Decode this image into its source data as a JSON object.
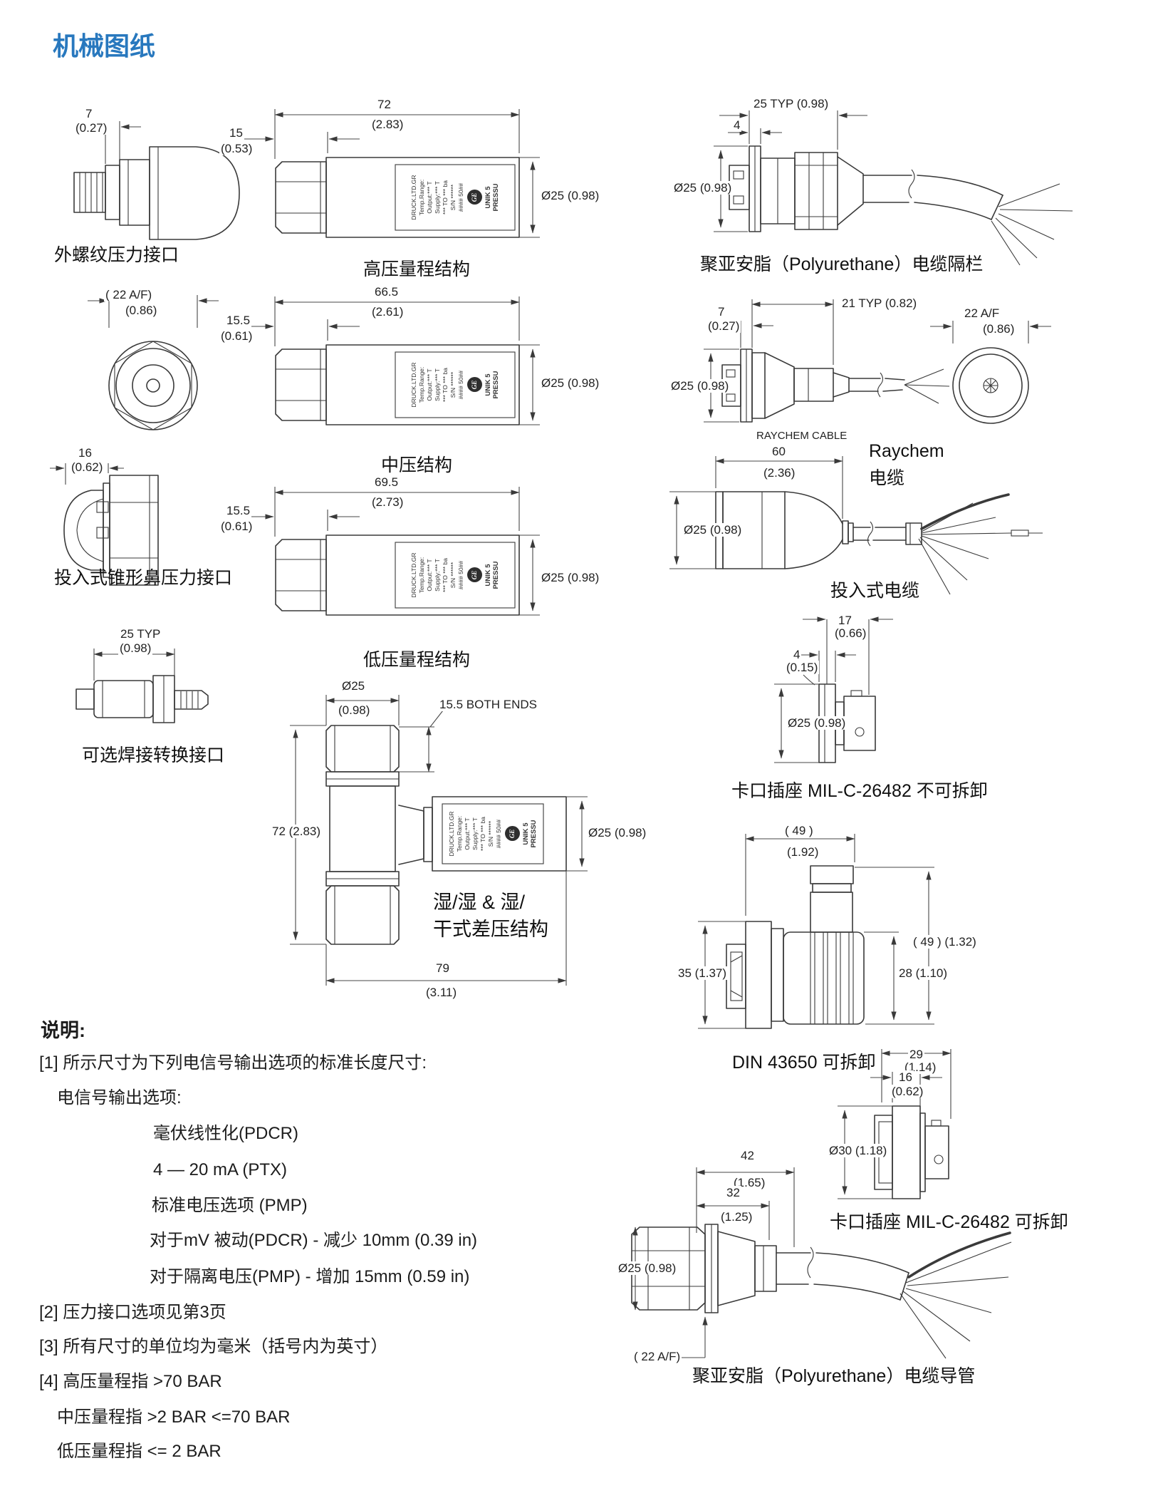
{
  "page": {
    "title": "机械图纸"
  },
  "colors": {
    "title_blue": "#2878be",
    "line_gray": "#3a3a3a"
  },
  "device_label": {
    "lines": [
      "DRUCK.LTD.GR",
      "Temp.Range:",
      "Output:*** T",
      "Supply:*** T",
      "*** TO *** ba",
      "S/N ******",
      "#### 50##"
    ],
    "logo": "GE",
    "product_lines": [
      "UNIK 5",
      "PRESSU"
    ]
  },
  "drawings": {
    "male_thread": {
      "caption": "外螺纹压力接口",
      "d1": "7",
      "d1_in": "(0.27)"
    },
    "face_view": {
      "af": "( 22  A/F)",
      "af_in": "(0.86)"
    },
    "cone_nose": {
      "caption": "投入式锥形鼻压力接口",
      "d1": "16",
      "d1_in": "(0.62)"
    },
    "weld_adapter": {
      "caption": "可选焊接转换接口",
      "d1": "25  TYP",
      "d1_in": "(0.98)"
    },
    "high_pressure": {
      "caption": "高压量程结构",
      "len": "72",
      "len_in": "(2.83)",
      "port": "15",
      "port_in": "(0.53)",
      "dia": "Ø25 (0.98)"
    },
    "medium_pressure": {
      "caption": "中压结构",
      "len": "66.5",
      "len_in": "(2.61)",
      "port": "15.5",
      "port_in": "(0.61)",
      "dia": "Ø25 (0.98)"
    },
    "low_pressure": {
      "caption": "低压量程结构",
      "len": "69.5",
      "len_in": "(2.73)",
      "port": "15.5",
      "port_in": "(0.61)",
      "dia": "Ø25 (0.98)"
    },
    "differential": {
      "caption_1": "湿/湿 & 湿/",
      "caption_2": "干式差压结构",
      "dia_top": "Ø25",
      "dia_top_in": "(0.98)",
      "both_ends": "15.5    BOTH ENDS",
      "height": "72  (2.83)",
      "dia_right": "Ø25 (0.98)",
      "width": "79",
      "width_in": "(3.11)"
    },
    "poly_barrier": {
      "caption": "聚亚安脂（Polyurethane）电缆隔栏",
      "d1": "25 TYP (0.98)",
      "d2": "4",
      "dia": "Ø25 (0.98)"
    },
    "raychem_gland": {
      "caption_1": "Raychem",
      "caption_2": "电缆",
      "d1": "21  TYP (0.82)",
      "d2": "7",
      "d2_in": "(0.27)",
      "dia": "Ø25 (0.98)",
      "af": "22  A/F",
      "af_in": "(0.86)"
    },
    "submersible": {
      "caption": "投入式电缆",
      "cable_note": "RAYCHEM CABLE",
      "len": "60",
      "len_in": "(2.36)",
      "dia": "Ø25 (0.98)"
    },
    "mil_fixed": {
      "caption": "卡口插座 MIL-C-26482 不可拆卸",
      "d1": "17",
      "d1_in": "(0.66)",
      "d2": "4",
      "d2_in": "(0.15)",
      "dia": "Ø25 (0.98)"
    },
    "din": {
      "caption": "DIN 43650 可拆卸",
      "top": "( 49 )",
      "top_in": "(1.92)",
      "right": "( 49 ) (1.32)",
      "mid": "28 (1.10)",
      "left": "35 (1.37)"
    },
    "mil_detachable": {
      "caption": "卡口插座 MIL-C-26482 可拆卸",
      "d1": "29",
      "d1_in": "(1.14)",
      "d2": "16",
      "d2_in": "(0.62)",
      "dia": "Ø30  (1.18)"
    },
    "poly_conduit": {
      "caption": "聚亚安脂（Polyurethane）电缆导管",
      "d1": "42",
      "d1_in": "(1.65)",
      "d2": "32",
      "d2_in": "(1.25)",
      "dia": "Ø25 (0.98)",
      "af": "( 22  A/F)"
    }
  },
  "notes": {
    "heading": "说明:",
    "n1": "[1] 所示尺寸为下列电信号输出选项的标准长度尺寸:",
    "n1_sub": "电信号输出选项:",
    "opt1": "毫伏线性化(PDCR)",
    "opt2": "4 — 20 mA (PTX)",
    "opt3": "标准电压选项 (PMP)",
    "opt4": "对于mV 被动(PDCR)  - 减少 10mm (0.39 in)",
    "opt5": "对于隔离电压(PMP) - 增加 15mm (0.59 in)",
    "n2": "[2] 压力接口选项见第3页",
    "n3": "[3] 所有尺寸的单位均为毫米（括号内为英寸）",
    "n4": "[4] 高压量程指 >70 BAR",
    "n4_sub1": "中压量程指 >2 BAR <=70 BAR",
    "n4_sub2": "低压量程指 <= 2 BAR"
  }
}
